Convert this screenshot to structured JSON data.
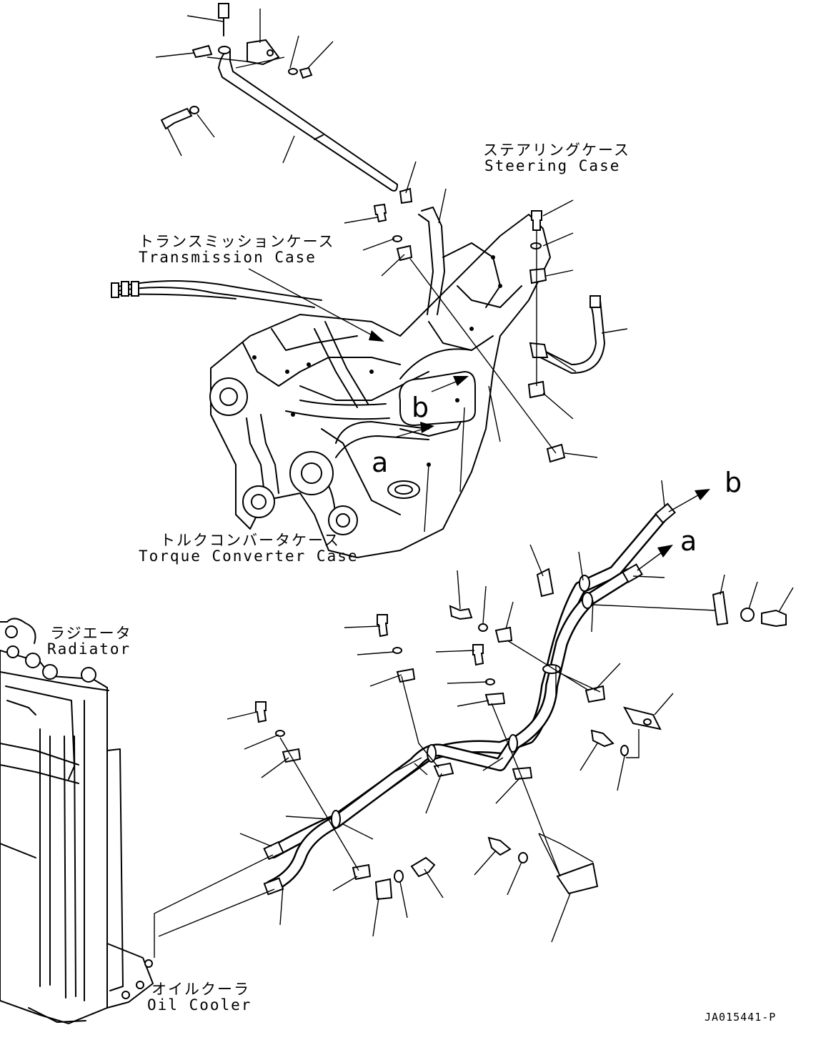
{
  "labels": {
    "steering_case_jp": "ステアリングケース",
    "steering_case_en": "Steering Case",
    "transmission_case_jp": "トランスミッションケース",
    "transmission_case_en": "Transmission Case",
    "torque_converter_case_jp": "トルクコンバータケース",
    "torque_converter_case_en": "Torque Converter Case",
    "radiator_jp": "ラジエータ",
    "radiator_en": "Radiator",
    "oil_cooler_jp": "オイルクーラ",
    "oil_cooler_en": "Oil Cooler"
  },
  "connection_marks": {
    "a_engine": "a",
    "b_engine": "b",
    "a_hose": "a",
    "b_hose": "b"
  },
  "drawing_number": "JA015441-P"
}
